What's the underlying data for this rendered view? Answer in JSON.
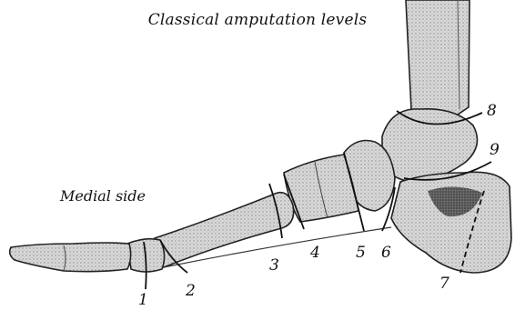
{
  "title": "Classical amputation levels",
  "side_label": "Medial side",
  "levels": [
    "1",
    "2",
    "3",
    "4",
    "5",
    "6",
    "7",
    "8",
    "9"
  ]
}
